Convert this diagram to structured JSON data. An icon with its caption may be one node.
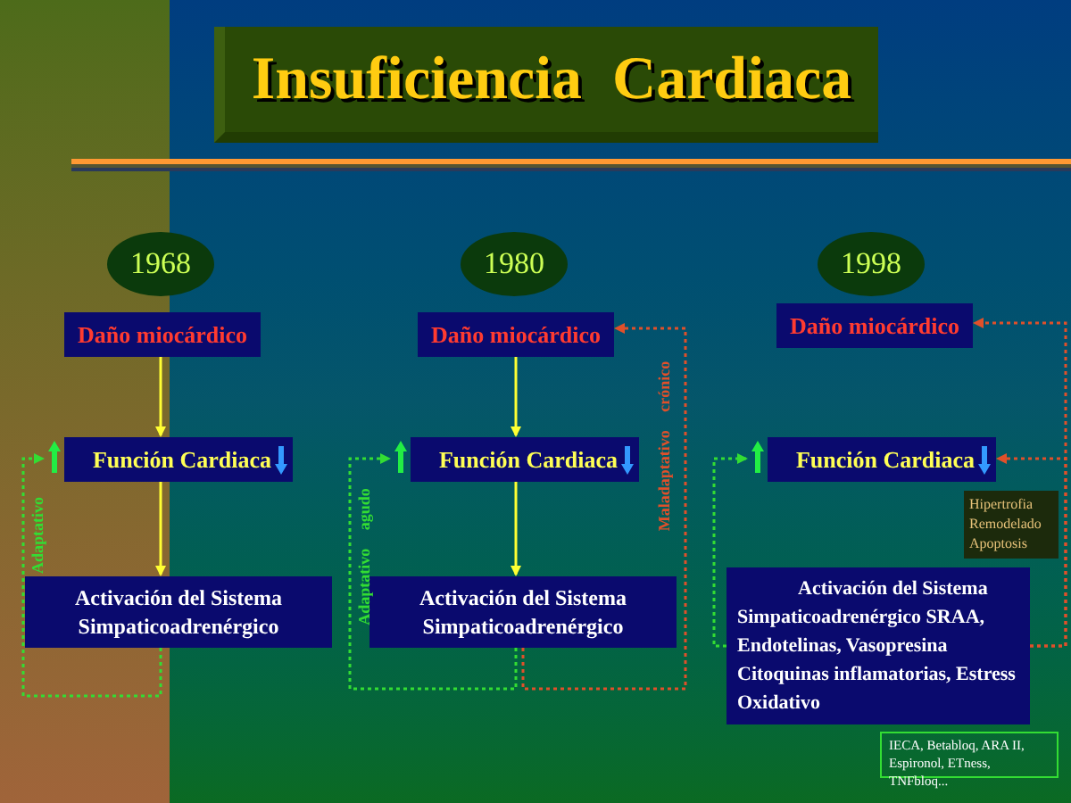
{
  "diagram": {
    "title": "Insuficiencia  Cardiaca",
    "nodes": [
      {
        "text": [
          "1968"
        ]
      },
      {
        "text": [
          "Daño miocárdico"
        ]
      },
      {
        "text": [
          "Función Cardiaca"
        ]
      },
      {
        "text": [
          "Activación del Sistema Simpaticoadrenérgico"
        ]
      },
      {
        "text": [
          "1980"
        ]
      },
      {
        "text": [
          "Daño miocárdico"
        ]
      },
      {
        "text": [
          "Función Cardiaca"
        ]
      },
      {
        "text": [
          "Activación del Sistema Simpaticoadrenérgico"
        ]
      },
      {
        "text": [
          "1998"
        ]
      },
      {
        "text": [
          "Daño miocárdico"
        ]
      },
      {
        "text": [
          "Función Cardiaca"
        ]
      },
      {
        "text": [
          "Hipertrofia Remodelado Apoptosis"
        ]
      },
      {
        "text": [
          "Activación del Sistema Simpaticoadrenérgico SRAA, Endotelinas, Vasopresina Citoquinas inflamatorias, Estress Oxidativo"
        ]
      },
      {
        "text": [
          "IECA, Betabloq, ARA II, Espironol, ETness, TNFbloq..."
        ]
      }
    ],
    "edges": [
      {
        "from": 1,
        "to": 2,
        "arrow": "to"
      },
      {
        "from": 2,
        "to": 3,
        "arrow": "to"
      },
      {
        "from": 3,
        "to": 2,
        "arrow": "to",
        "label": "Adaptativo",
        "style": "dashed",
        "color": "#33dd33"
      },
      {
        "from": 5,
        "to": 6,
        "arrow": "to"
      },
      {
        "from": 6,
        "to": 7,
        "arrow": "to"
      },
      {
        "from": 7,
        "to": 6,
        "arrow": "to",
        "label": "Adaptativo agudo",
        "style": "dashed",
        "color": "#33dd33"
      },
      {
        "from": 7,
        "to": 5,
        "arrow": "to",
        "label": "Maladaptativo crónico",
        "style": "dashed",
        "color": "#e0502a"
      },
      {
        "from": 12,
        "to": 10,
        "arrow": "to",
        "style": "dashed",
        "color": "#33dd33"
      },
      {
        "from": 12,
        "to": 9,
        "arrow": "to",
        "style": "dashed",
        "color": "#e0502a"
      },
      {
        "from": 12,
        "to": 10,
        "arrow": "to",
        "style": "dashed",
        "color": "#e0502a"
      }
    ]
  }
}
